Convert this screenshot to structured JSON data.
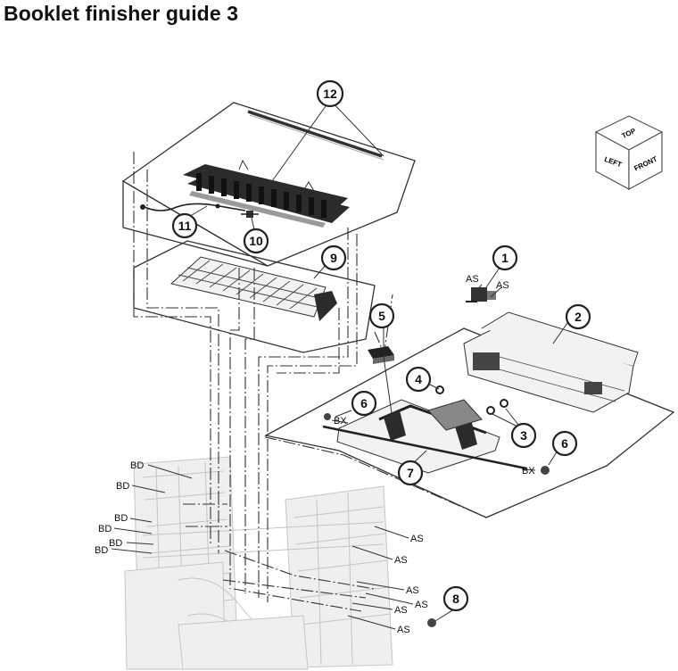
{
  "title": "Booklet finisher guide 3",
  "orientation_cube": {
    "top": "TOP",
    "left": "LEFT",
    "front": "FRONT"
  },
  "callouts": [
    "1",
    "2",
    "3",
    "4",
    "5",
    "6",
    "7",
    "8",
    "9",
    "10",
    "11",
    "12"
  ],
  "reference_labels": {
    "as": "AS",
    "bd": "BD",
    "bx": "BX"
  }
}
